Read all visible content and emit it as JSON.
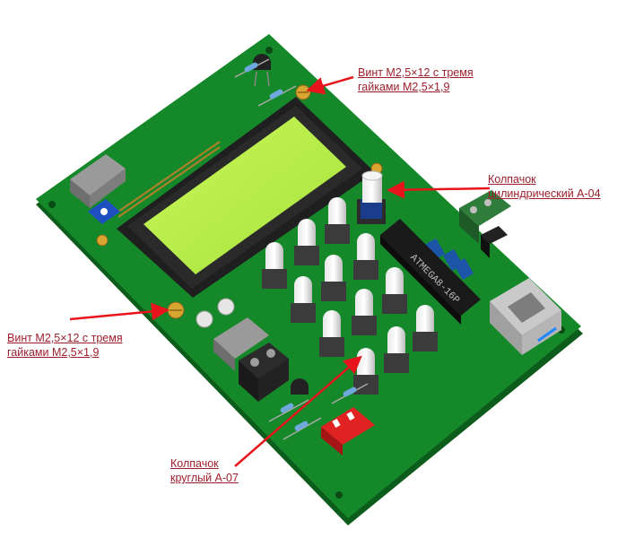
{
  "callouts": {
    "screw_top": {
      "line1": "Винт M2,5×12 с тремя",
      "line2": "гайками M2,5×1,9"
    },
    "cap_cylinder": {
      "line1": "Колпачок",
      "line2": "цилиндрический A-04"
    },
    "screw_left": {
      "line1": "Винт M2,5×12 с тремя",
      "line2": "гайками M2,5×1,9"
    },
    "cap_round": {
      "line1": "Колпачок",
      "line2": "круглый A-07"
    }
  },
  "chip_label": "ATMEGA8-16P",
  "colors": {
    "pcb": "#15892a",
    "pcb_dark": "#0c5c1b",
    "lcd_screen": "#b9f24a",
    "lcd_frame": "#2a2a2a",
    "arrow": "#e8141b",
    "callout_text": "#9e1f2c"
  }
}
